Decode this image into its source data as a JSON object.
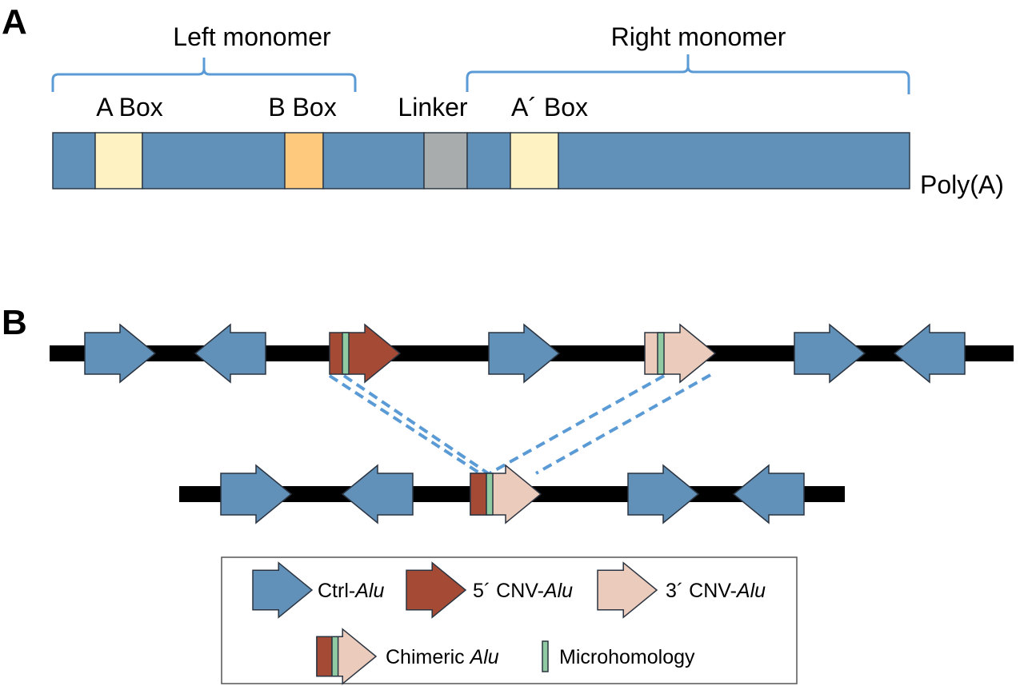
{
  "colors": {
    "ctrl_alu": "#6190b8",
    "cnv5_alu": "#a44a35",
    "cnv3_alu": "#ebcbbb",
    "microhomology": "#8fcaa2",
    "a_box": "#fff2c2",
    "b_box": "#ffc97d",
    "linker": "#a8acad",
    "brace": "#5b9bd5",
    "dna_line": "#000000"
  },
  "panelA": {
    "label": "A",
    "left_monomer": "Left monomer",
    "right_monomer": "Right monomer",
    "a_box": "A Box",
    "b_box": "B Box",
    "linker": "Linker",
    "a_prime_box": "A´ Box",
    "poly_a": "Poly(A)",
    "segments": [
      {
        "type": "body"
      },
      {
        "type": "a_box"
      },
      {
        "type": "body"
      },
      {
        "type": "b_box"
      },
      {
        "type": "body"
      },
      {
        "type": "linker"
      },
      {
        "type": "body"
      },
      {
        "type": "a_box"
      },
      {
        "type": "body"
      }
    ]
  },
  "panelB": {
    "label": "B",
    "top_row": [
      {
        "kind": "ctrl",
        "dir": "right"
      },
      {
        "kind": "ctrl",
        "dir": "left"
      },
      {
        "kind": "cnv5",
        "dir": "right",
        "microhomology": true
      },
      {
        "kind": "ctrl",
        "dir": "right"
      },
      {
        "kind": "cnv3",
        "dir": "right",
        "microhomology": true
      },
      {
        "kind": "ctrl",
        "dir": "right"
      },
      {
        "kind": "ctrl",
        "dir": "left"
      }
    ],
    "bottom_row": [
      {
        "kind": "ctrl",
        "dir": "right"
      },
      {
        "kind": "ctrl",
        "dir": "left"
      },
      {
        "kind": "chimeric",
        "dir": "right"
      },
      {
        "kind": "ctrl",
        "dir": "right"
      },
      {
        "kind": "ctrl",
        "dir": "left"
      }
    ]
  },
  "legend": {
    "ctrl_prefix": "Ctrl-",
    "cnv5_prefix": "5´ CNV-",
    "cnv3_prefix": "3´ CNV-",
    "alu": "Alu",
    "chimeric_prefix": "Chimeric ",
    "microhomology": "Microhomology"
  }
}
